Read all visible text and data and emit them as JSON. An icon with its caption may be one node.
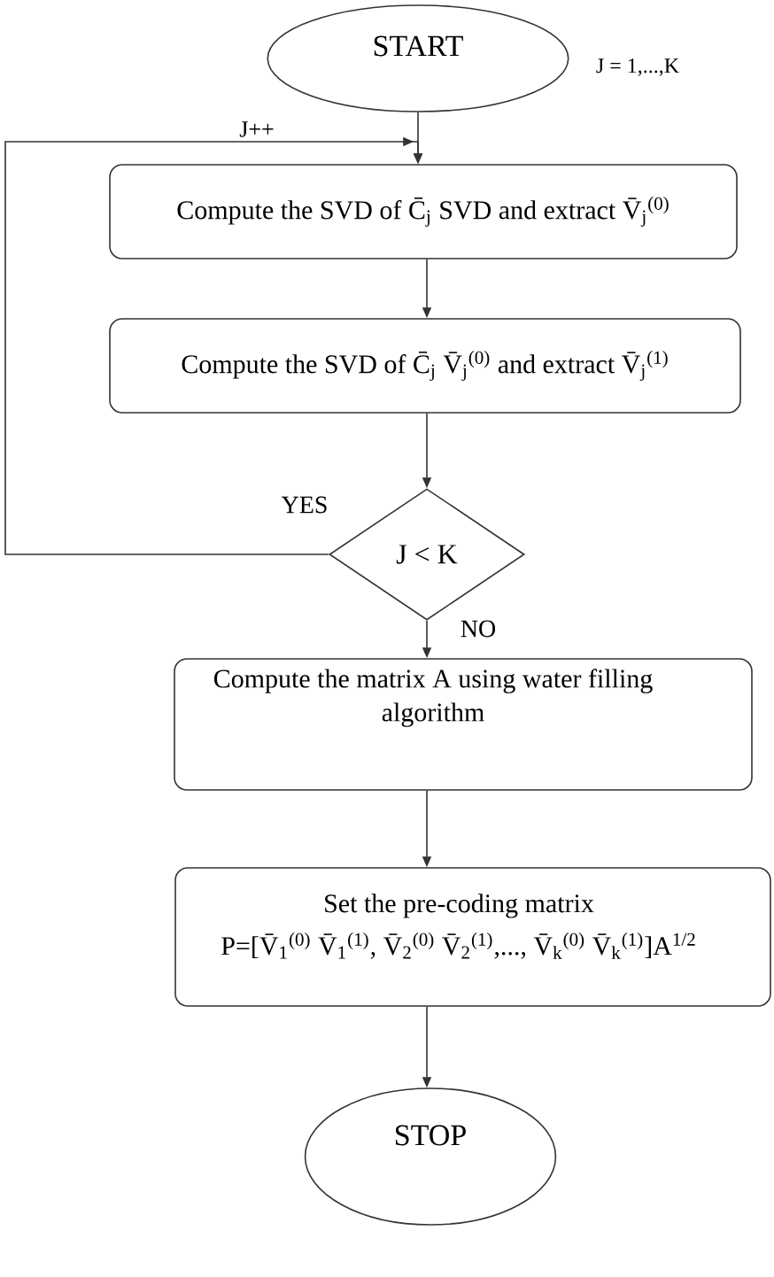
{
  "diagram": {
    "nodes": [
      {
        "text": [
          "START"
        ]
      },
      {
        "text": [
          "Compute the SVD of C̄$_{j}$ SVD and extract V̄$_{j}$$^{(0)}$"
        ]
      },
      {
        "text": [
          "Compute the SVD of C̄$_{j}$ V̄$_{j}$$^{(0)}$ and extract V̄$_{j}$$^{(1)}$"
        ]
      },
      {
        "text": [
          "J < K"
        ]
      },
      {
        "text": [
          "Compute the matrix A using water filling algorithm"
        ]
      },
      {
        "text": [
          "Set the pre-coding matrix",
          "P=[V̄$_{1}$$^{(0)}$ V̄$_{1}$$^{(1)}$, V̄$_{2}$$^{(0)}$ V̄$_{2}$$^{(1)}$,..., V̄$_{k}$$^{(0)}$ V̄$_{k}$$^{(1)}$]A$^{1/2}$"
        ]
      },
      {
        "text": [
          "STOP"
        ]
      }
    ],
    "edges": [
      {
        "from": 0,
        "to": 1,
        "arrow": "to"
      },
      {
        "from": 1,
        "to": 2,
        "arrow": "to"
      },
      {
        "from": 2,
        "to": 3,
        "arrow": "to"
      },
      {
        "from": 3,
        "to": 1,
        "arrow": "to",
        "label": "YES"
      },
      {
        "from": 3,
        "to": 4,
        "arrow": "to",
        "label": "NO"
      },
      {
        "from": 4,
        "to": 5,
        "arrow": "to"
      },
      {
        "from": 5,
        "to": 6,
        "arrow": "to"
      }
    ],
    "labels": [
      "J = 1,...,K",
      "J++"
    ]
  }
}
